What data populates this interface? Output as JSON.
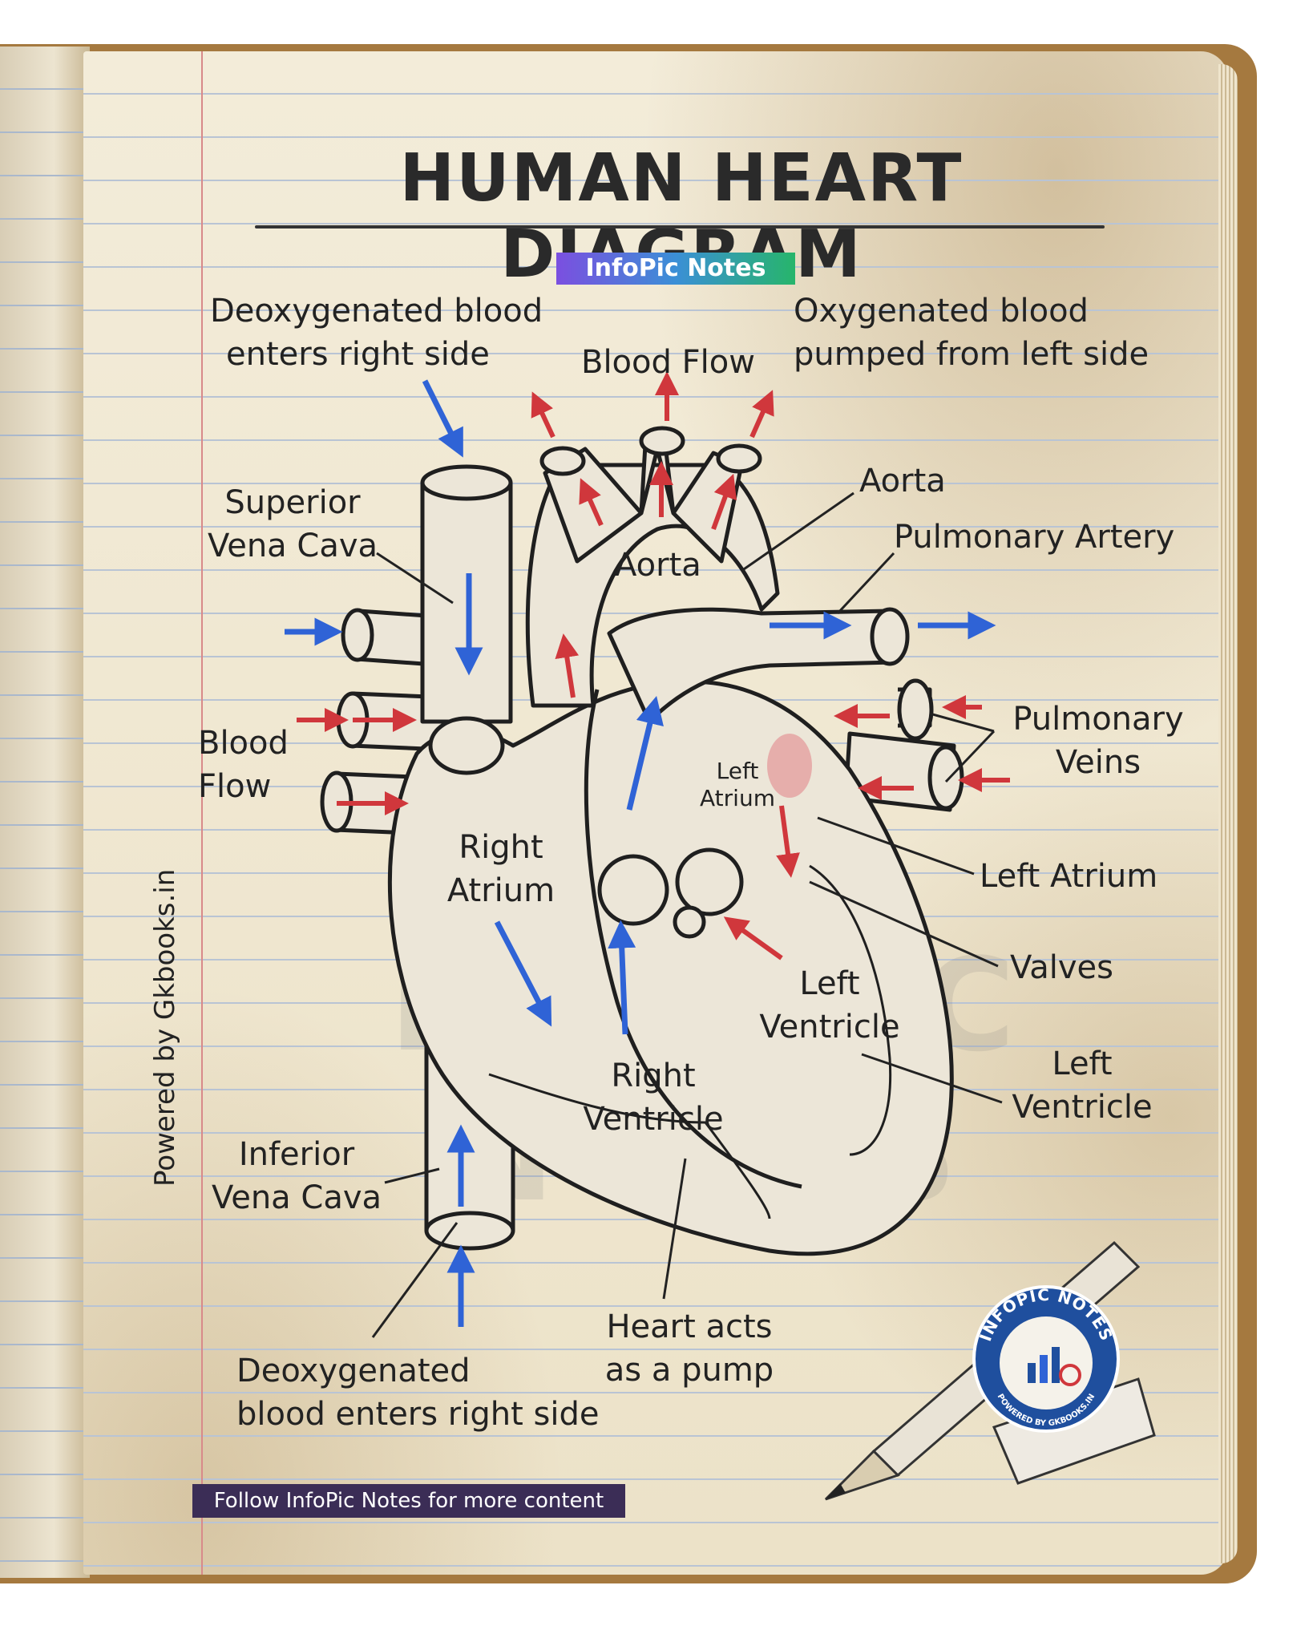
{
  "title": "HUMAN HEART DIAGRAM",
  "badge": "InfoPic Notes",
  "watermark": "INFOPIC NOTES",
  "side_credit": "Powered by Gkbooks.in",
  "labels": {
    "deoxy_top": [
      "Deoxygenated blood",
      "enters right side"
    ],
    "oxy_top": [
      "Oxygenated blood",
      "pumped from left side"
    ],
    "blood_flow_top": "Blood Flow",
    "superior_vena_cava": [
      "Superior",
      "Vena Cava"
    ],
    "aorta_outer": "Aorta",
    "aorta_inner": "Aorta",
    "pulmonary_artery": "Pulmonary Artery",
    "blood_flow_left": [
      "Blood",
      "Flow"
    ],
    "pulmonary_veins": [
      "Pulmonary",
      "Veins"
    ],
    "left_atrium_inner": [
      "Left",
      "Atrium"
    ],
    "right_atrium": [
      "Right",
      "Atrium"
    ],
    "left_atrium_outer": "Left Atrium",
    "valves": "Valves",
    "left_ventricle_inner": [
      "Left",
      "Ventricle"
    ],
    "left_ventricle_outer": [
      "Left",
      "Ventricle"
    ],
    "right_ventricle": [
      "Right",
      "Ventricle"
    ],
    "inferior_vena_cava": [
      "Inferior",
      "Vena Cava"
    ],
    "heart_pump": [
      "Heart acts",
      "as a pump"
    ],
    "deoxy_bottom": [
      "Deoxygenated",
      "blood enters right side"
    ]
  },
  "logo": {
    "text_top": "INFOPIC NOTES",
    "text_bottom": "POWERED BY GKBOOKS.IN"
  },
  "follow": "Follow InfoPic Notes for more content",
  "colors": {
    "oxygenated_arrow": "#d0373c",
    "deoxygenated_arrow": "#2f63d6",
    "ink": "#222222"
  }
}
